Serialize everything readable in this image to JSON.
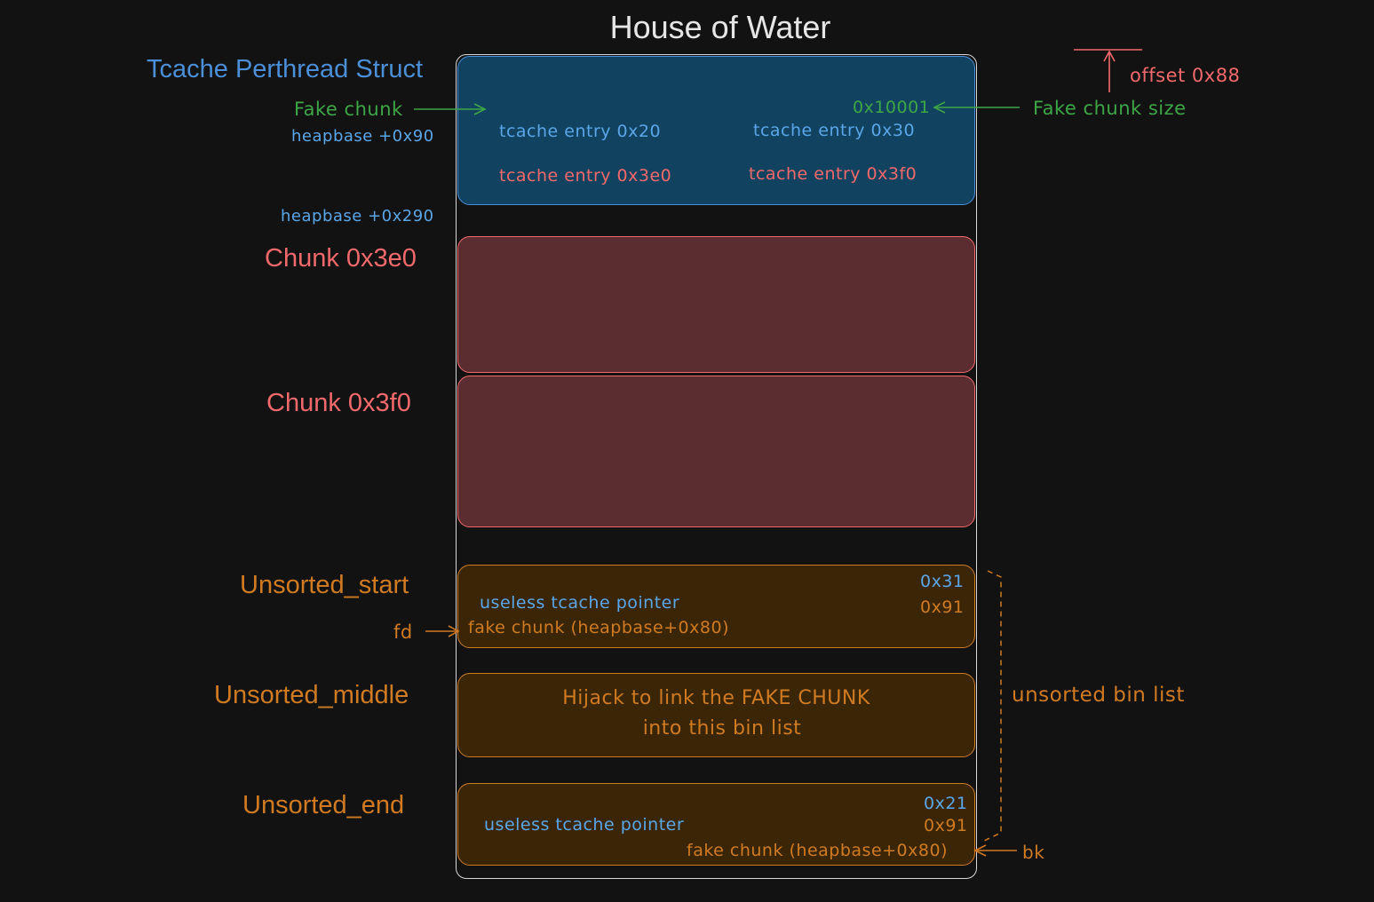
{
  "title": "House of Water",
  "sections": {
    "tcache": "Tcache Perthread Struct",
    "chunk_3e0": "Chunk 0x3e0",
    "chunk_3f0": "Chunk 0x3f0",
    "unsorted_start": "Unsorted_start",
    "unsorted_middle": "Unsorted_middle",
    "unsorted_end": "Unsorted_end"
  },
  "tcache_struct": {
    "fake_chunk_label": "Fake chunk",
    "heapbase_90": "heapbase +0x90",
    "heapbase_290": "heapbase +0x290",
    "size_value": "0x10001",
    "fake_chunk_size_label": "Fake chunk size",
    "offset_label": "offset 0x88",
    "entry_20": "tcache entry 0x20",
    "entry_30": "tcache entry 0x30",
    "entry_3e0": "tcache entry 0x3e0",
    "entry_3f0": "tcache entry 0x3f0"
  },
  "unsorted_start_box": {
    "size1": "0x31",
    "size2": "0x91",
    "useless": "useless tcache pointer",
    "fake": "fake chunk (heapbase+0x80)",
    "fd_label": "fd"
  },
  "unsorted_middle_box": {
    "line1": "Hijack to link the FAKE CHUNK",
    "line2": "into this bin list"
  },
  "unsorted_end_box": {
    "size1": "0x21",
    "size2": "0x91",
    "useless": "useless tcache pointer",
    "fake": "fake chunk (heapbase+0x80)",
    "bk_label": "bk"
  },
  "unsorted_bin_list_label": "unsorted bin list",
  "colors": {
    "background": "#121212",
    "blue": "#4a8fd8",
    "green": "#3da646",
    "red": "#f2696b",
    "orange": "#d07a22"
  }
}
